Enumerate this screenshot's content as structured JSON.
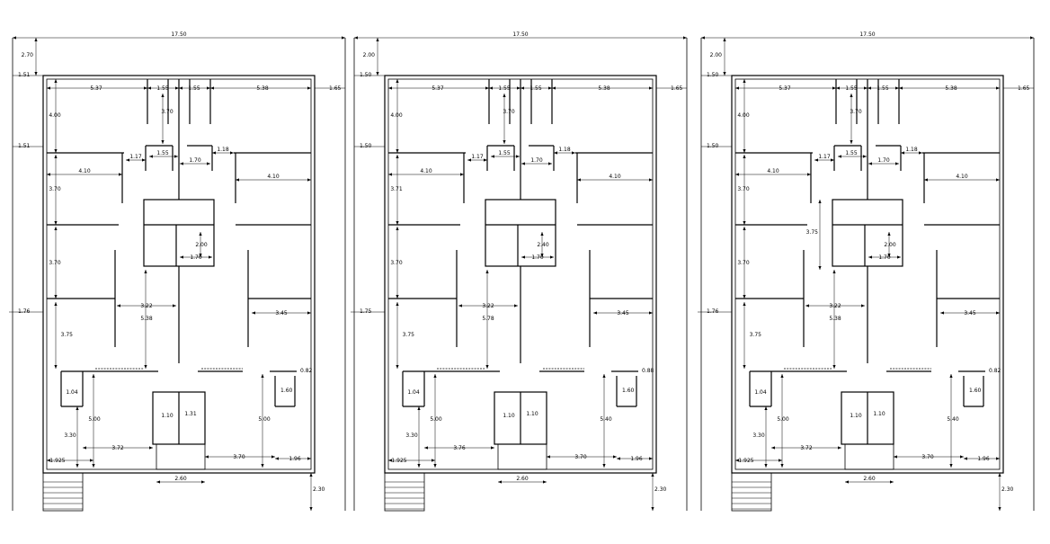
{
  "plans": [
    {
      "name": "plan-left",
      "labels": {
        "overall_width": "17.50",
        "top_setback": "2.70",
        "left_top": "1.51",
        "left_mid": "1.51",
        "left_low": "1.76",
        "right_top": "1.65",
        "room_w1": "5.37",
        "stair_w1": "1.55",
        "stair_w2": "1.55",
        "room_w2": "5.38",
        "upper_h": "4.00",
        "core_h": "3.70",
        "lobby_w1": "1.17",
        "lobby_w2": "1.55",
        "lobby_w3": "1.70",
        "lobby_w4": "1.18",
        "bed_w_left": "4.10",
        "bed_w_right": "4.10",
        "bed_h": "3.70",
        "lift_h": "2.00",
        "lift_w": "1.70",
        "hall_h": "3.70",
        "center_w": "3.22",
        "center_h": "5.38",
        "right_w": "3.45",
        "lower_h": "3.75",
        "right_bath": "0.82",
        "lower_bath": "1.04",
        "duct": "1.60",
        "left_depth": "5.00",
        "right_depth": "5.00",
        "duct_w1": "1.10",
        "duct_w2": "1.31",
        "left_lower_h": "3.30",
        "bottom_w1": "3.72",
        "bottom_w2": "3.70",
        "corner_left": "1.925",
        "corner_right": "1.96",
        "entry_w": "2.60",
        "front_setback": "2.30"
      }
    },
    {
      "name": "plan-middle",
      "labels": {
        "overall_width": "17.50",
        "top_setback": "2.00",
        "left_top": "1.50",
        "left_mid": "1.50",
        "left_low": "1.75",
        "right_top": "1.65",
        "room_w1": "5.37",
        "stair_w1": "1.55",
        "stair_w2": "1.55",
        "room_w2": "5.38",
        "upper_h": "4.00",
        "core_h": "3.70",
        "lobby_w1": "1.17",
        "lobby_w2": "1.55",
        "lobby_w3": "1.70",
        "lobby_w4": "1.18",
        "bed_w_left": "4.10",
        "bed_w_right": "4.10",
        "bed_h": "3.71",
        "lift_h": "2.40",
        "lift_w": "1.70",
        "hall_h": "3.70",
        "center_w": "3.22",
        "center_h": "5.78",
        "right_w": "3.45",
        "lower_h": "3.75",
        "right_bath": "0.88",
        "lower_bath": "1.04",
        "duct": "1.60",
        "left_depth": "5.00",
        "right_depth": "5.40",
        "duct_w1": "1.10",
        "duct_w2": "1.10",
        "left_lower_h": "3.30",
        "bottom_w1": "3.76",
        "bottom_w2": "3.70",
        "corner_left": "1.925",
        "corner_right": "1.96",
        "entry_w": "2.60",
        "front_setback": "2.30"
      }
    },
    {
      "name": "plan-right",
      "labels": {
        "overall_width": "17.50",
        "top_setback": "2.00",
        "left_top": "1.50",
        "left_mid": "1.50",
        "left_low": "1.76",
        "right_top": "1.65",
        "room_w1": "5.37",
        "stair_w1": "1.55",
        "stair_w2": "1.55",
        "room_w2": "5.38",
        "upper_h": "4.00",
        "core_h": "3.70",
        "lobby_w1": "1.17",
        "lobby_w2": "1.55",
        "lobby_w3": "1.70",
        "lobby_w4": "1.18",
        "bed_w_left": "4.10",
        "bed_w_right": "4.10",
        "bed_h": "3.70",
        "lift_h": "2.00",
        "lift_w": "1.70",
        "hall_h": "3.70",
        "center_w": "3.22",
        "center_h": "5.38",
        "right_w": "3.45",
        "lower_h": "3.75",
        "right_bath": "0.82",
        "lower_bath": "1.04",
        "duct": "1.60",
        "left_depth": "5.00",
        "right_depth": "5.40",
        "duct_w1": "1.10",
        "duct_w2": "1.10",
        "left_lower_h": "3.30",
        "bottom_w1": "3.72",
        "bottom_w2": "3.70",
        "corner_left": "1.925",
        "corner_right": "1.96",
        "entry_w": "2.60",
        "front_setback": "2.30",
        "void_h": "3.75"
      }
    }
  ]
}
